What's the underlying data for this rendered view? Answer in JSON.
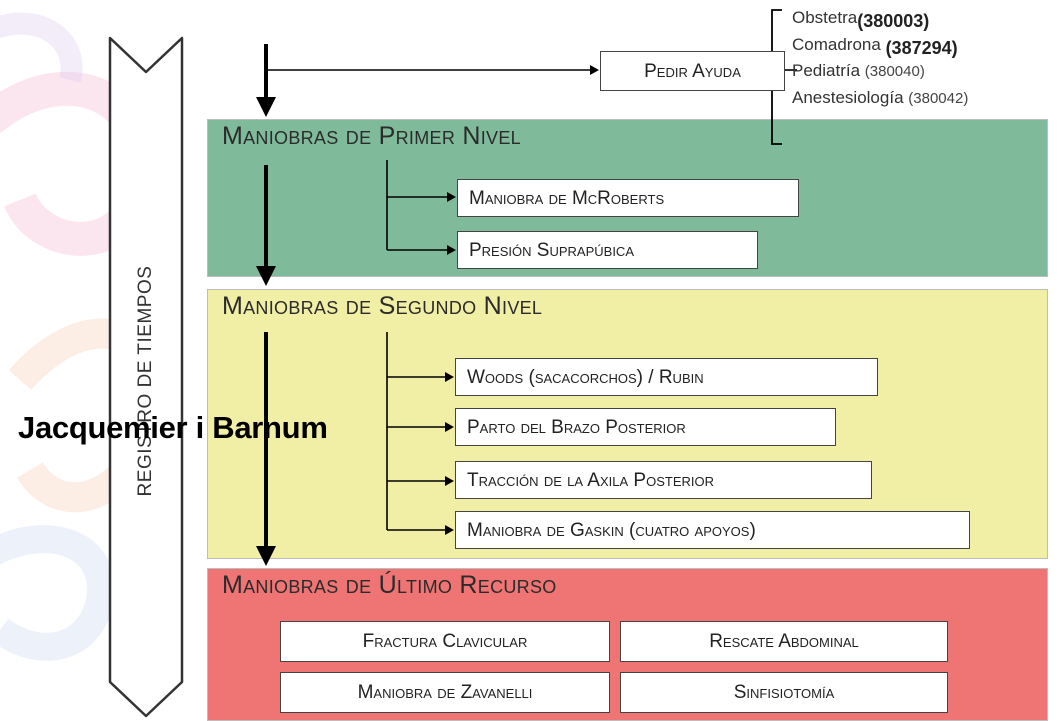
{
  "timeline_label": "REGISTRO DE TIEMPOS",
  "help_box": "Pedir Ayuda",
  "staff": [
    {
      "role": "Obstetra",
      "code": "(380003)",
      "code_bold": true
    },
    {
      "role": "Comadrona",
      "code": "(387294)",
      "code_bold": true
    },
    {
      "role": "Pediatría",
      "code": "(380040)",
      "code_bold": false
    },
    {
      "role": "Anestesiología",
      "code": "(380042)",
      "code_bold": false
    }
  ],
  "levels": {
    "first": {
      "title": "Maniobras de Primer Nivel",
      "color": "#7fbb9b",
      "items": [
        "Maniobra de McRoberts",
        "Presión Suprapúbica"
      ]
    },
    "second": {
      "title": "Maniobras de Segundo Nivel",
      "color": "#f1eea6",
      "items": [
        "Woods (sacacorchos) / Rubin",
        "Parto del Brazo Posterior",
        "Tracción de la Axila Posterior",
        "Maniobra de Gaskin (cuatro apoyos)"
      ]
    },
    "last": {
      "title": "Maniobras de Último Recurso",
      "color": "#ef7474",
      "items": [
        "Fractura Clavicular",
        "Rescate Abdominal",
        "Maniobra de Zavanelli",
        "Sinfisiotomía"
      ]
    }
  },
  "overlay_caption": "Jacquemier i Barnum"
}
